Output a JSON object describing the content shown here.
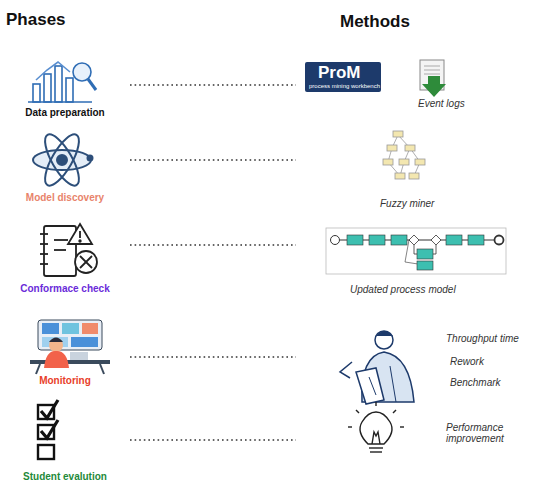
{
  "diagram": {
    "nodes": [
      {
        "text": [
          "Data preparation"
        ]
      },
      {
        "text": [
          "Event logs"
        ]
      },
      {
        "text": [
          "Model discovery"
        ]
      },
      {
        "text": [
          "Fuzzy miner"
        ]
      },
      {
        "text": [
          "Conformace check"
        ]
      },
      {
        "text": [
          "Updated process model"
        ]
      },
      {
        "text": [
          "Monitoring"
        ]
      },
      {
        "text": [
          "Throughput time",
          "Rework",
          "Benchmark"
        ]
      },
      {
        "text": [
          "Student evalution"
        ]
      },
      {
        "text": [
          "Performance improvement"
        ]
      }
    ],
    "edges": [
      {
        "from": 0,
        "to": 1,
        "arrow": "none"
      },
      {
        "from": 2,
        "to": 3,
        "arrow": "none"
      },
      {
        "from": 4,
        "to": 5,
        "arrow": "none"
      },
      {
        "from": 6,
        "to": 7,
        "arrow": "none"
      },
      {
        "from": 8,
        "to": 9,
        "arrow": "none"
      }
    ],
    "labels": [
      "Phases",
      "Methods",
      "ProM",
      "process mining workbench"
    ]
  }
}
